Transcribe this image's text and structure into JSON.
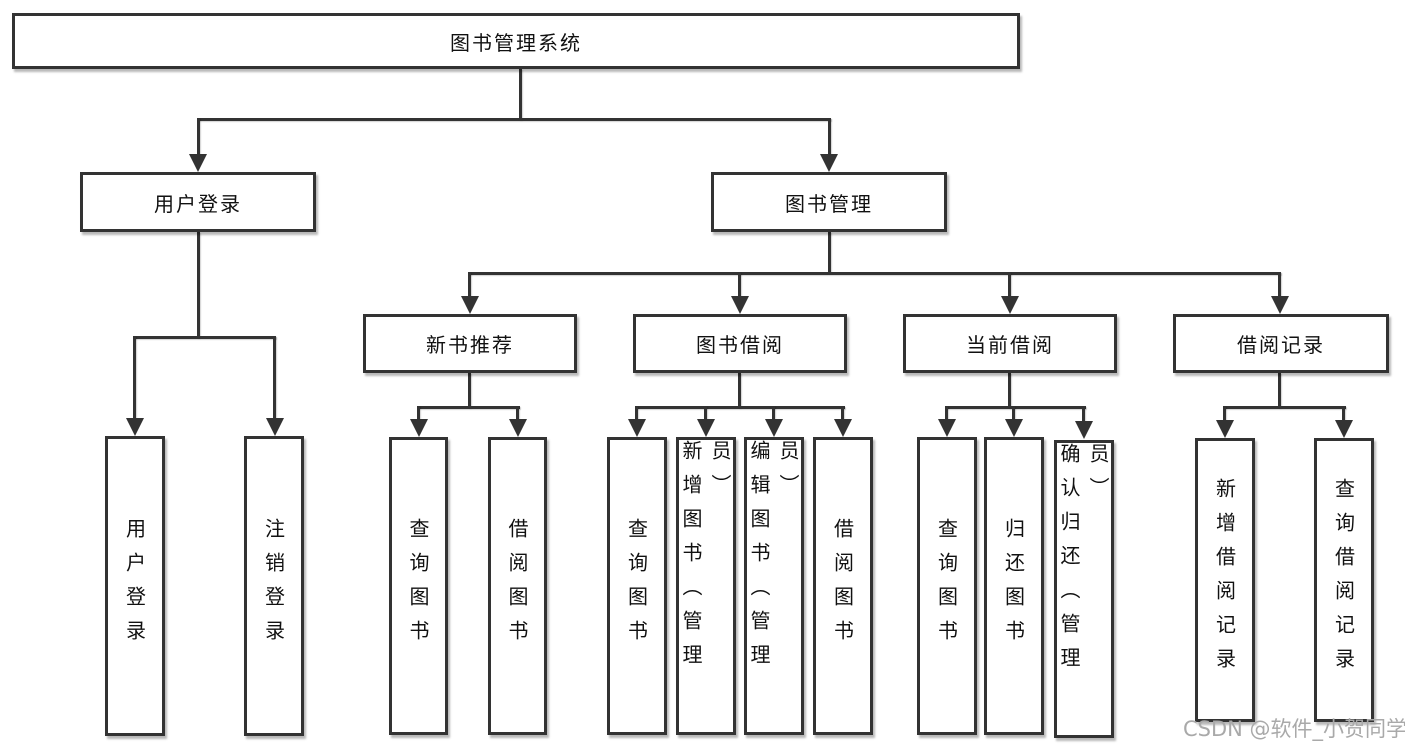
{
  "diagram": {
    "type": "hierarchy-tree",
    "root": {
      "label": "图书管理系统"
    },
    "level2": {
      "user_login": {
        "label": "用户登录"
      },
      "book_mgmt": {
        "label": "图书管理"
      }
    },
    "level3": {
      "new_book_rec": {
        "label": "新书推荐"
      },
      "book_borrow": {
        "label": "图书借阅"
      },
      "current_borrow": {
        "label": "当前借阅"
      },
      "borrow_record": {
        "label": "借阅记录"
      }
    },
    "leaves": {
      "ul_login": {
        "label": "用户登录",
        "parent": "用户登录"
      },
      "ul_logout": {
        "label": "注销登录",
        "parent": "用户登录"
      },
      "nb_query": {
        "label": "查询图书",
        "parent": "新书推荐"
      },
      "nb_borrow": {
        "label": "借阅图书",
        "parent": "新书推荐"
      },
      "bb_query": {
        "label": "查询图书",
        "parent": "图书借阅"
      },
      "bb_add": {
        "label": "新增图书（管理员）",
        "parent": "图书借阅"
      },
      "bb_edit": {
        "label": "编辑图书（管理员）",
        "parent": "图书借阅"
      },
      "bb_borrow": {
        "label": "借阅图书",
        "parent": "图书借阅"
      },
      "cb_query": {
        "label": "查询图书",
        "parent": "当前借阅"
      },
      "cb_return": {
        "label": "归还图书",
        "parent": "当前借阅"
      },
      "cb_confirm": {
        "label": "确认归还（管理员）",
        "parent": "当前借阅"
      },
      "br_add": {
        "label": "新增借阅记录",
        "parent": "借阅记录"
      },
      "br_query": {
        "label": "查询借阅记录",
        "parent": "借阅记录"
      }
    }
  },
  "watermark": "CSDN @软件_小贺同学",
  "colors": {
    "line": "#333333",
    "box_border": "#333333",
    "text": "#111111",
    "watermark": "#a9a9a9",
    "background": "#ffffff"
  }
}
